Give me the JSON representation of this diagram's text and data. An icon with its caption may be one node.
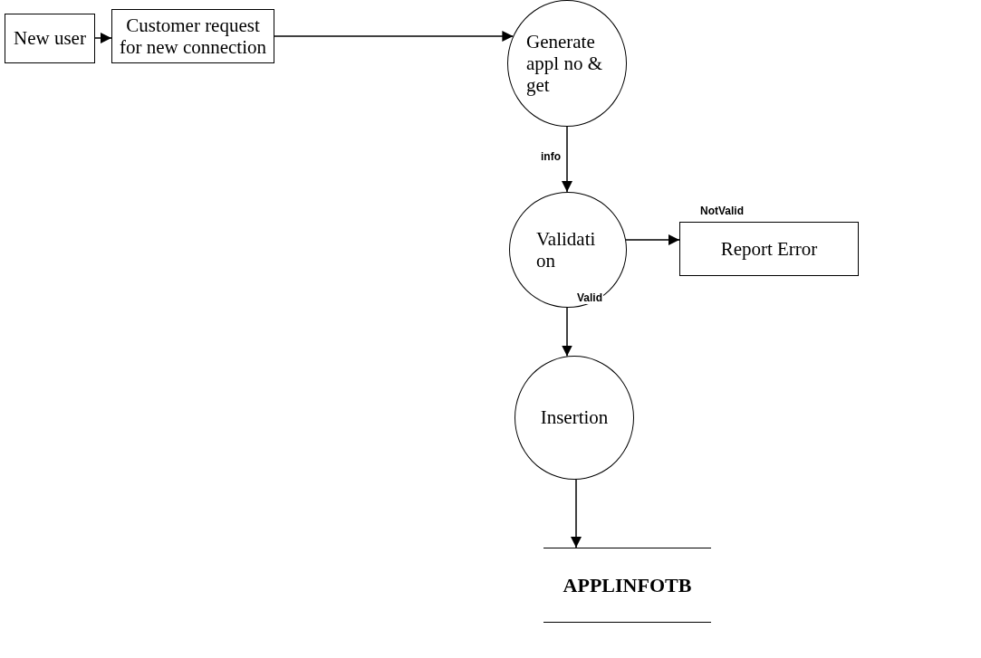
{
  "diagram": {
    "nodes": [
      {
        "text": [
          "New user"
        ]
      },
      {
        "text": [
          "Customer request for new connection"
        ]
      },
      {
        "text": [
          "Generate appl no & get"
        ]
      },
      {
        "text": [
          "Validati on"
        ]
      },
      {
        "text": [
          "Report Error"
        ]
      },
      {
        "text": [
          "Insertion"
        ]
      },
      {
        "text": [
          "APPLINFOTB"
        ]
      }
    ],
    "edges": [
      {
        "from": 0,
        "to": 1,
        "arrow": "to"
      },
      {
        "from": 1,
        "to": 2,
        "arrow": "to"
      },
      {
        "from": 2,
        "to": 3,
        "arrow": "to",
        "label": "info"
      },
      {
        "from": 3,
        "to": 4,
        "arrow": "to",
        "label": "NotValid"
      },
      {
        "from": 3,
        "to": 5,
        "arrow": "to",
        "label": "Valid"
      },
      {
        "from": 5,
        "to": 6,
        "arrow": "to"
      }
    ]
  }
}
